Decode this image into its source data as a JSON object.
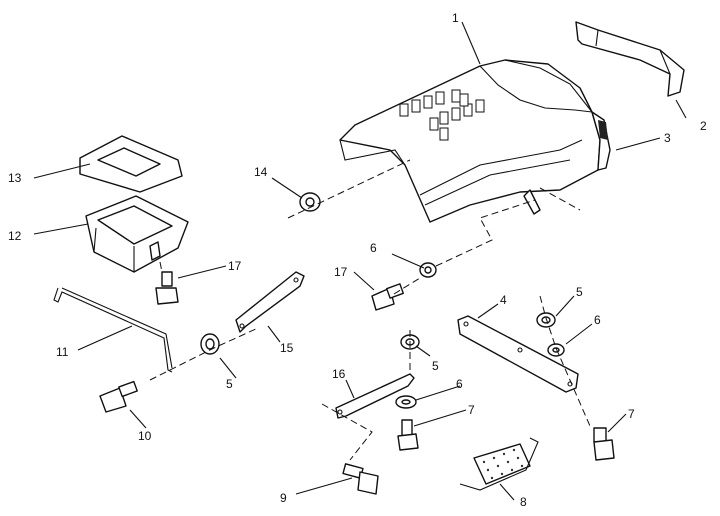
{
  "diagram": {
    "callouts": [
      {
        "id": "1",
        "label": "1"
      },
      {
        "id": "2",
        "label": "2"
      },
      {
        "id": "3",
        "label": "3"
      },
      {
        "id": "4",
        "label": "4"
      },
      {
        "id": "5a",
        "label": "5"
      },
      {
        "id": "5b",
        "label": "5"
      },
      {
        "id": "5c",
        "label": "5"
      },
      {
        "id": "6a",
        "label": "6"
      },
      {
        "id": "6b",
        "label": "6"
      },
      {
        "id": "6c",
        "label": "6"
      },
      {
        "id": "7a",
        "label": "7"
      },
      {
        "id": "7b",
        "label": "7"
      },
      {
        "id": "8",
        "label": "8"
      },
      {
        "id": "9",
        "label": "9"
      },
      {
        "id": "10",
        "label": "10"
      },
      {
        "id": "11",
        "label": "11"
      },
      {
        "id": "12",
        "label": "12"
      },
      {
        "id": "13",
        "label": "13"
      },
      {
        "id": "14",
        "label": "14"
      },
      {
        "id": "15",
        "label": "15"
      },
      {
        "id": "16",
        "label": "16"
      },
      {
        "id": "17a",
        "label": "17"
      },
      {
        "id": "17b",
        "label": "17"
      }
    ]
  }
}
